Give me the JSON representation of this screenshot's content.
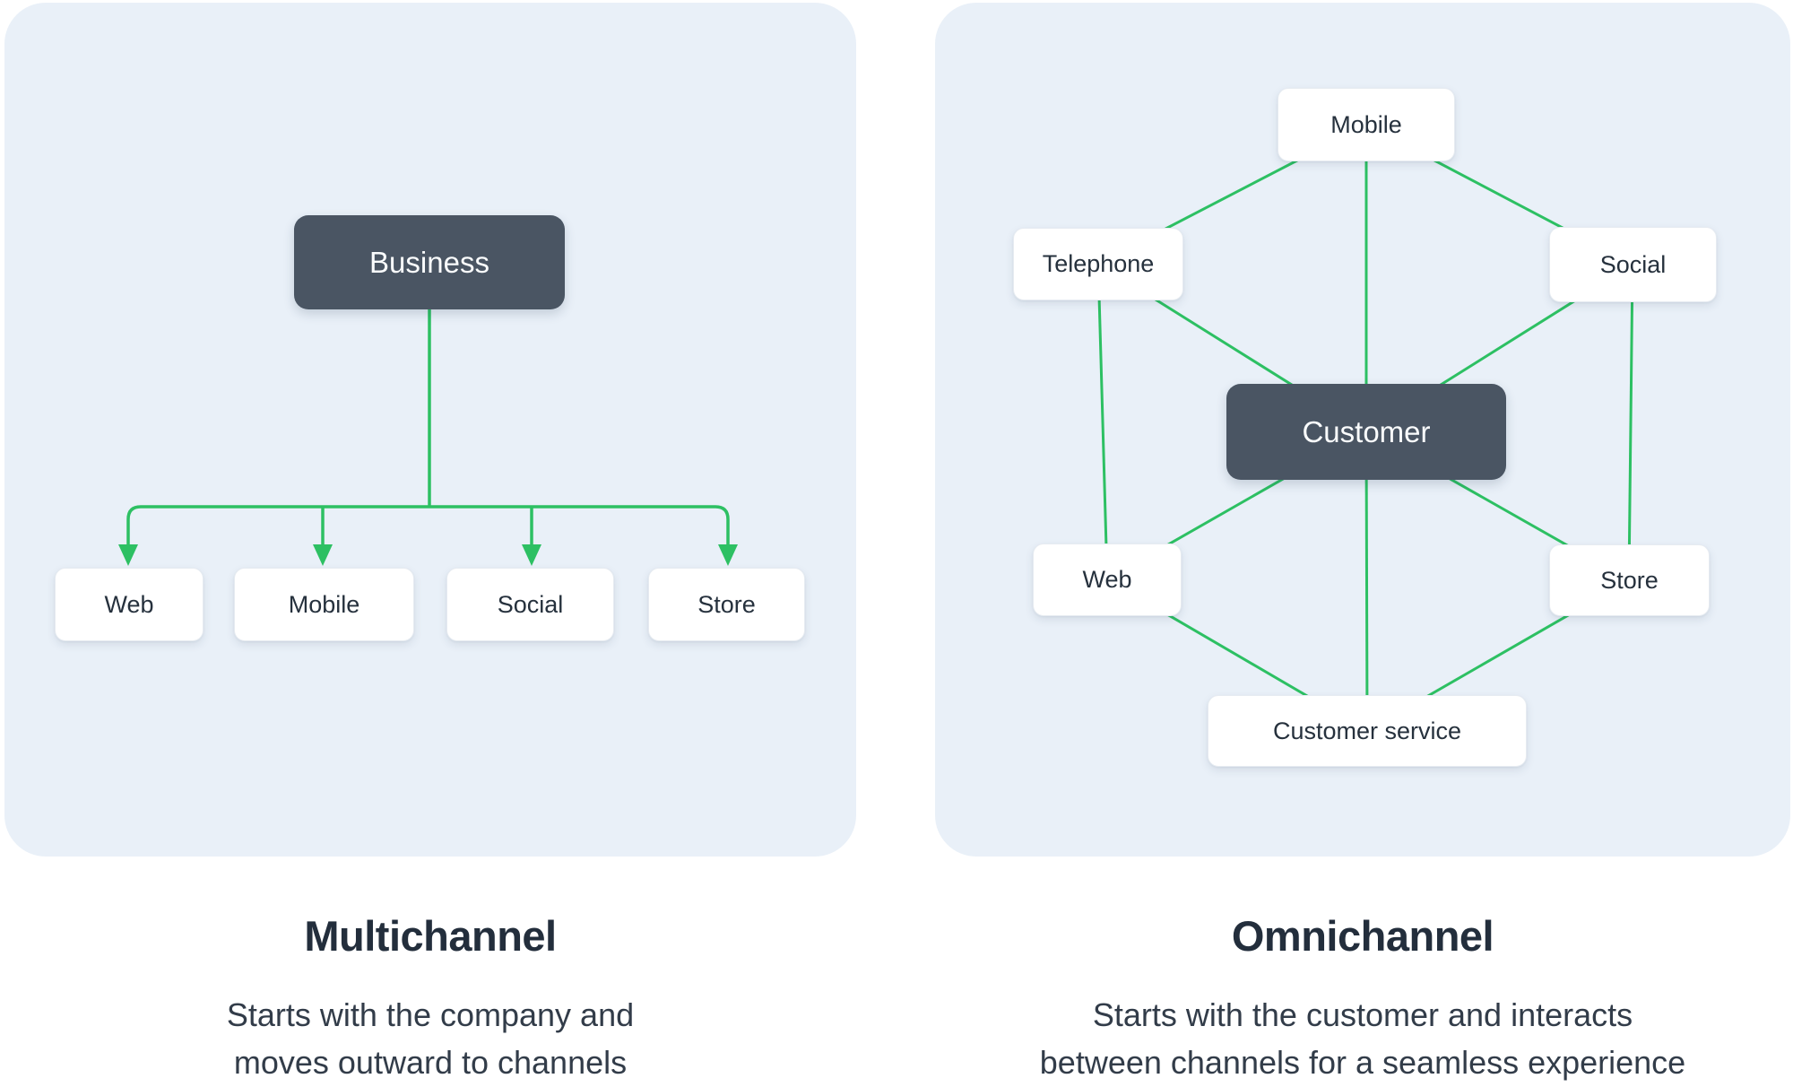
{
  "colors": {
    "page_bg": "#ffffff",
    "panel_bg": "#e9f0f8",
    "connector_green": "#2dc063",
    "dark_node_bg": "#4a5563",
    "dark_node_text": "#fafcfd",
    "node_bg": "#ffffff",
    "node_border": "#e6ebf1",
    "node_text": "#26313d",
    "heading_text": "#232e3c",
    "description_text": "#323c49"
  },
  "multichannel": {
    "title": "Multichannel",
    "description_lines": [
      "Starts with the company and",
      "moves outward to channels"
    ],
    "root_label": "Business",
    "channels": [
      "Web",
      "Mobile",
      "Social",
      "Store"
    ]
  },
  "omnichannel": {
    "title": "Omnichannel",
    "description_lines": [
      "Starts with the customer and interacts",
      "between channels for a seamless experience"
    ],
    "center_label": "Customer",
    "nodes": [
      "Mobile",
      "Telephone",
      "Social",
      "Web",
      "Store",
      "Customer service"
    ]
  }
}
